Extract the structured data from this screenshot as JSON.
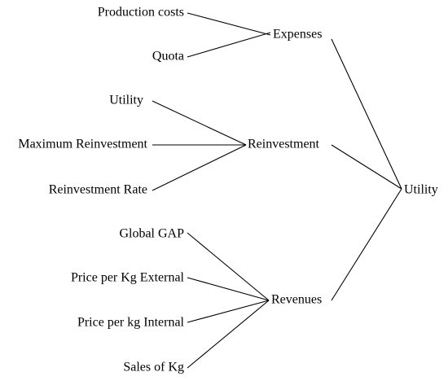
{
  "nodes": {
    "production_costs": "Production costs",
    "quota": "Quota",
    "expenses": "Expenses",
    "utility_input": "Utility",
    "maximum_reinvestment": "Maximum Reinvestment",
    "reinvestment_rate": "Reinvestment Rate",
    "reinvestment": "Reinvestment",
    "global_gap": "Global GAP",
    "price_external": "Price per Kg External",
    "price_internal": "Price per kg Internal",
    "sales_of_kg": "Sales of Kg",
    "revenues": "Revenues",
    "utility_root": "Utility"
  },
  "edges": [
    [
      "production_costs",
      "expenses"
    ],
    [
      "quota",
      "expenses"
    ],
    [
      "utility_input",
      "reinvestment"
    ],
    [
      "maximum_reinvestment",
      "reinvestment"
    ],
    [
      "reinvestment_rate",
      "reinvestment"
    ],
    [
      "global_gap",
      "revenues"
    ],
    [
      "price_external",
      "revenues"
    ],
    [
      "price_internal",
      "revenues"
    ],
    [
      "sales_of_kg",
      "revenues"
    ],
    [
      "expenses",
      "utility_root"
    ],
    [
      "reinvestment",
      "utility_root"
    ],
    [
      "revenues",
      "utility_root"
    ]
  ]
}
